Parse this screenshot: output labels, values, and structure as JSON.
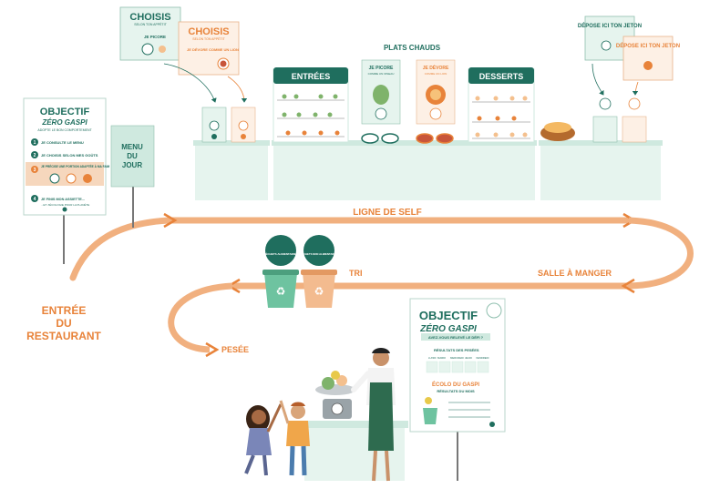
{
  "colors": {
    "teal": "#1f6e5e",
    "mint": "#cfe9df",
    "mintLight": "#e6f4ee",
    "orange": "#e8833a",
    "peach": "#f6d7bd",
    "dark": "#16473e"
  },
  "path_labels": {
    "ligne_self": "LIGNE DE SELF",
    "salle": "SALLE À MANGER",
    "tri": "TRI",
    "pesee": "PESÉE",
    "entree_1": "ENTRÉE",
    "entree_2": "DU",
    "entree_3": "RESTAURANT",
    "plats_chauds": "PLATS CHAUDS"
  },
  "counters": {
    "entrees": "ENTRÉES",
    "desserts": "DESSERTS"
  },
  "menu_sign": {
    "l1": "MENU",
    "l2": "DU",
    "l3": "JOUR"
  },
  "objectif_left": {
    "title1": "OBJECTIF",
    "title2": "ZÉRO GASPI",
    "subtitle": "ADOPTE LE BON COMPORTEMENT",
    "steps": [
      "JE CONSULTE LE MENU",
      "JE CHOISIS SELON MES GOÛTS",
      "JE PRÉCISE UNE PORTION ADAPTÉE À MA FAIM",
      "JE FINIS MON ASSIETTE..."
    ],
    "step_numbers": [
      "1",
      "2",
      "3",
      "4"
    ],
    "footer": "...ET J'ÉCOLOGIE POUR LA PLANÈTE"
  },
  "choisis_cards": {
    "a_title": "CHOISIS",
    "a_sub": "SELON TON APPÉTIT",
    "a_line": "JE PICORE",
    "b_title": "CHOISIS",
    "b_sub": "SELON TON APPÉTIT",
    "b_line": "JE DÉVORE COMME UN LION"
  },
  "plats_cards": {
    "picore": "JE PICORE",
    "picore_sub": "COMME UN OISEAU",
    "devore": "JE DÉVORE",
    "devore_sub": "COMME UN LION"
  },
  "jeton_cards": {
    "a_title": "DÉPOSE ICI TON JETON",
    "b_title": "DÉPOSE ICI TON JETON"
  },
  "bins": {
    "a": "DÉCHETS ALIMENTAIRES",
    "b": "DÉCHETS NON ALIMENTAIRES"
  },
  "objectif_board": {
    "title1": "OBJECTIF",
    "title2": "ZÉRO GASPI",
    "subtitle": "AVEZ-VOUS RELEVÉ LE DÉFI ?",
    "results": "RÉSULTATS DES PESÉES",
    "days": [
      "LUNDI",
      "MARDI",
      "MERCREDI",
      "JEUDI",
      "VENDREDI"
    ],
    "champion": "ÉCOLO DU GASPI",
    "champion_sub": "RÉSULTATS DU MOIS"
  }
}
